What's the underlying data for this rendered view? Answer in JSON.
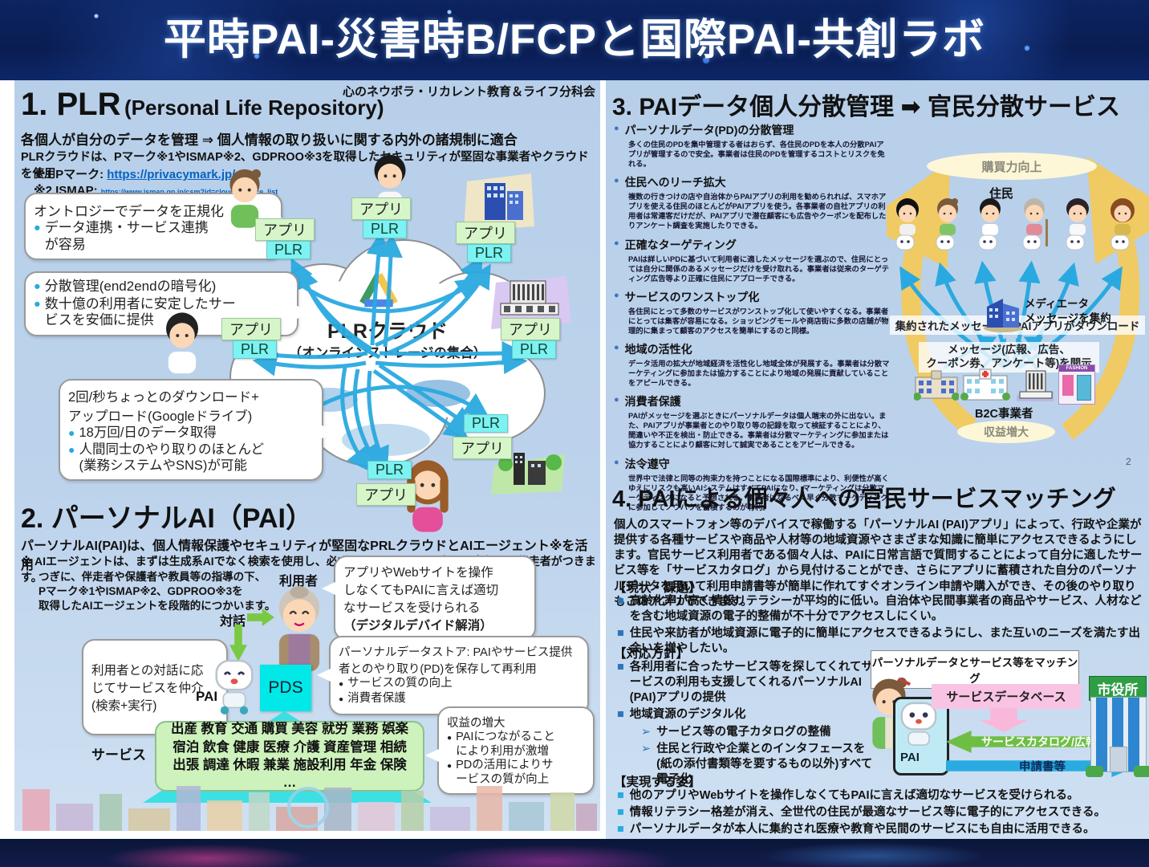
{
  "glyphs": {
    "dot": "●",
    "sq": "■",
    "sub_arrow": "➢",
    "ellipsis_note": "…"
  },
  "header": {
    "title": "平時PAI-災害時B/FCPと国際PAI-共創ラボ"
  },
  "left": {
    "org_label": "心のネウボラ・リカレント教育＆ライフ分科会",
    "sec1": {
      "heading": "1. PLR",
      "heading_sub": "(Personal Life Repository)",
      "line1": "各個人が自分のデータを管理 ⇒ 個人情報の取り扱いに関する内外の諸規制に適合",
      "line2": "PLRクラウドは、Pマーク※1やISMAP※2、GDPROO※3を取得したセキュリティが堅固な事業者やクラウドを使用",
      "note1_label": "※1 Pマーク:",
      "note1_link": "https://privacymark.jp/",
      "note2_label": "※2 ISMAP:",
      "note2_link": "https://www.ismap.go.jp/csm?id=cloud_service_list",
      "bubble1_title": "オントロジーでデータを正規化",
      "bubble1_item1": "データ連携・サービス連携\nが容易",
      "bubble2_item1": "分散管理(end2endの暗号化)",
      "bubble2_item2": "数十億の利用者に安定したサー\nビスを安価に提供",
      "bubble3_title": "2回/秒ちょっとのダウンロード+\nアップロード(Googleドライブ)",
      "bubble3_item1": "18万回/日のデータ取得",
      "bubble3_item2": "人間同士のやり取りのほとんど\n(業務システムやSNS)が可能",
      "cloud_title": "PLRクラウド",
      "cloud_sub": "（オンラインストレージの集合）",
      "app_label": "アプリ",
      "plr_label": "PLR"
    },
    "sec2": {
      "heading": "2. パーソナルAI（PAI）",
      "line1": "パーソナルAI(PAI)は、個人情報保護やセキュリティが堅固なPRLクラウドとAIエージェント※を活用",
      "line2": "※ AIエージェントは、まずは生成系AIでなく検索を使用し、必ずカウンセラーなど専門の責任ある伴走者がつきます。",
      "line3": "つぎに、伴走者や保護者や教員等の指導の下、\nPマーク※1やISMAP※2、GDPROO※3を\n取得したAIエージェントを段階的につかいます。",
      "user_label": "利用者",
      "dialog_label": "対話",
      "pai_label": "PAI",
      "pds_label": "PDS",
      "bubble_right_body": "アプリやWebサイトを操作\nしなくてもPAIに言えば適切\nなサービスを受けられる",
      "bubble_right_bold": "（デジタルデバイド解消）",
      "bubble_left": "利用者との対話に応\nじてサービスを仲介\n(検索+実行)",
      "bubble_pds_title": "パーソナルデータストア: PAIやサービス提供者とのやり取り(PD)を保存して再利用",
      "bubble_pds_item1": "サービスの質の向上",
      "bubble_pds_item2": "消費者保護",
      "bubble_profit_title": "収益の増大",
      "bubble_profit_item1": "PAIにつながること\nにより利用が激増",
      "bubble_profit_item2": "PDの活用によりサ\nービスの質が向上",
      "services_label": "サービス",
      "services_box": "出産 教育 交通 購買 美容 就労 業務 娯楽 宿泊 飲食 健康 医療 介護 資産管理 相続 出張 調達 休暇 兼業 施設利用 年金 保険 …"
    }
  },
  "sec3": {
    "heading": "3. PAIデータ個人分散管理 ➡ 官民分散サービス",
    "bullets": [
      {
        "title": "パーソナルデータ(PD)の分散管理",
        "body": "多くの住民のPDを集中管理する者はおらず、各住民のPDを本人の分散PAIアプリが管理するので安全。事業者は住民のPDを管理するコストとリスクを免れる。"
      },
      {
        "title": "住民へのリーチ拡大",
        "body": "複数の行きつけの店や自治体からPAIアプリの利用を勧められれば、スマホアプリを使える住民のほとんどがPAIアプリを使う。各事業者の自社アプリの利用者は常連客だけだが、PAIアプリで潜在顧客にも広告やクーポンを配布したりアンケート調査を実施したりできる。"
      },
      {
        "title": "正確なターゲティング",
        "body": "PAIは詳しいPDに基づいて利用者に適したメッセージを選ぶので、住民にとっては自分に関係のあるメッセージだけを受け取れる。事業者は従来のターゲティング広告等より正確に住民にアプローチできる。"
      },
      {
        "title": "サービスのワンストップ化",
        "body": "各住民にとって多数のサービスがワンストップ化して使いやすくなる。事業者にとっては集客が容易になる。ショッピングモールや商店街に多数の店舗が物理的に集まって顧客のアクセスを簡単にするのと同様。"
      },
      {
        "title": "地域の活性化",
        "body": "データ活用の拡大が地域経済を活性化し地域全体が発展する。事業者は分散マーケティングに参加または協力することにより地域の発展に貢献していることをアピールできる。"
      },
      {
        "title": "消費者保護",
        "body": "PAIがメッセージを選ぶときにパーソナルデータは個人端末の外に出ない。また、PAIアプリが事業者とのやり取り等の記録を取って検証することにより、間違いや不正を検出・防止できる。事業者は分散マーケティングに参加または協力することにより顧客に対して誠実であることをアピールできる。"
      },
      {
        "title": "法令遵守",
        "body": "世界中で法律と同等の拘束力を持つことになる国際標準により、利便性が高くゆえにリスクも高いAIシステムはすべてPAIになり、マーケティングは分散マーケティングになると予想される。事業者はなるべく早く分散マーケティングに参加してノウハウを蓄積するのが有利。"
      }
    ],
    "diagram": {
      "top_ellipse": "購買力向上",
      "residents_label": "住民",
      "download_label": "集約されたメッセージをPAIアプリがダウンロード",
      "mediator_label": "メディエータ\nメッセージを集約",
      "message_label": "メッセージ(広報、広告、\nクーポン券、アンケート等)を開示",
      "b2c_label": "B2C事業者",
      "bottom_ellipse": "収益増大",
      "fashion_sign": "FASHION",
      "page_num": "2"
    }
  },
  "sec4": {
    "heading": "4. PAIによる個々人への官民サービスマッチング",
    "intro": "個人のスマートフォン等のデバイスで稼働する「パーソナルAI (PAI)アプリ」によって、行政や企業が提供する各種サービスや商品や人材等の地域資源やさまざまな知識に簡単にアクセスできるようにします。官民サービス利用者である個々人は、PAIに日常言語で質問することによって自分に適したサービス等を「サービスカタログ」から見付けることができ、さらにアプリに蓄積された自分のパーソナルデータを用いて利用申請書等が簡単に作れてすぐオンライン申請や購入ができ、その後のやり取りもこのアプリでできます。",
    "status_heading": "【現状・課題】",
    "status_items": [
      "高齢化率が高く情報リテラシーが平均的に低い。自治体や民間事業者の商品やサービス、人材などを含む地域資源の電子的整備が不十分でアクセスしにくい。",
      "住民や来訪者が地域資源に電子的に簡単にアクセスできるようにし、また互いのニーズを満たす出会いを増やしたい。"
    ],
    "policy_heading": "【対応方針】",
    "policy_items": [
      "各利用者に合ったサービス等を探してくれてサービスの利用も支援してくれるパーソナルAI (PAI)アプリの提供",
      "地域資源のデジタル化"
    ],
    "policy_subitems": [
      "サービス等の電子カタログの整備",
      "住民と行政や企業とのインタフェースを(紙の添付書類等を要するもの以外)すべて電子化"
    ],
    "vision_heading": "【実現する姿】",
    "vision_items": [
      "他のアプリやWebサイトを操作しなくてもPAIに言えば適切なサービスを受けられる。",
      "情報リテラシー格差が消え、全世代の住民が最適なサービス等に電子的にアクセスできる。",
      "パーソナルデータが本人に集約され医療や教育や民間のサービスにも自由に活用できる。"
    ],
    "diagram": {
      "matching_label": "パーソナルデータとサービス等をマッチング",
      "db_label": "サービスデータベース",
      "catalog_label": "サービスカタログ/広報等",
      "application_label": "申請書等",
      "pai_label": "PAI",
      "cityhall_label": "市役所"
    }
  },
  "colors": {
    "accent_blue": "#2aa9e0",
    "cyan": "#00e8e8",
    "yellow": "#f6ca55",
    "green": "#7ac943",
    "pink": "#f9c4e4"
  }
}
